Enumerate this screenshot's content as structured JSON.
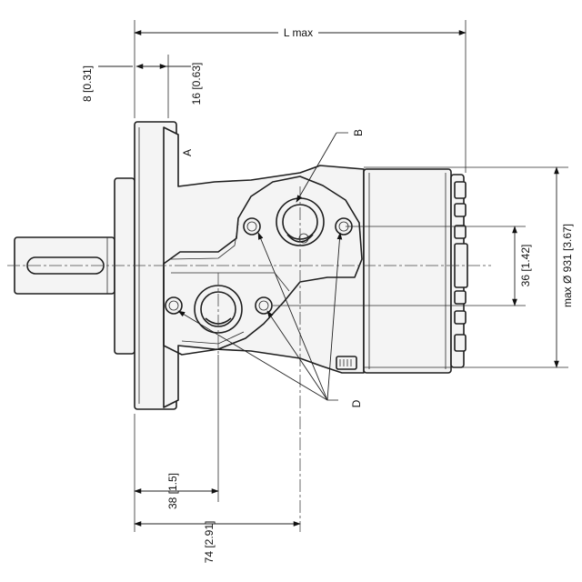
{
  "dimensions": {
    "l_max": "L max",
    "flange_8": "8 [0.31]",
    "flange_16": "16 [0.63]",
    "port_36": "36 [1.42]",
    "diameter_max": "max Ø 931 [3.67]",
    "dist_38": "38 [1.5]",
    "dist_74": "74 [2.91]"
  },
  "callouts": {
    "a": "A",
    "b": "B",
    "d": "D"
  },
  "colors": {
    "line": "#1e1e1e",
    "fill": "#f4f4f4"
  }
}
